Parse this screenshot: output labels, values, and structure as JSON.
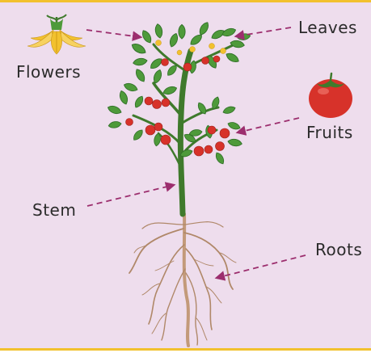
{
  "labels": {
    "flowers": "Flowers",
    "leaves": "Leaves",
    "fruits": "Fruits",
    "stem": "Stem",
    "roots": "Roots"
  },
  "colors": {
    "background": "#eedded",
    "border": "#f2c12e",
    "arrow": "#9c2e6e",
    "stem": "#3f7a2c",
    "leaf": "#4e9a3a",
    "leaf_dark": "#2f6e27",
    "fruit": "#d7322a",
    "flower": "#f2c12e",
    "root": "#b08869",
    "root_main": "#c39a7a"
  }
}
